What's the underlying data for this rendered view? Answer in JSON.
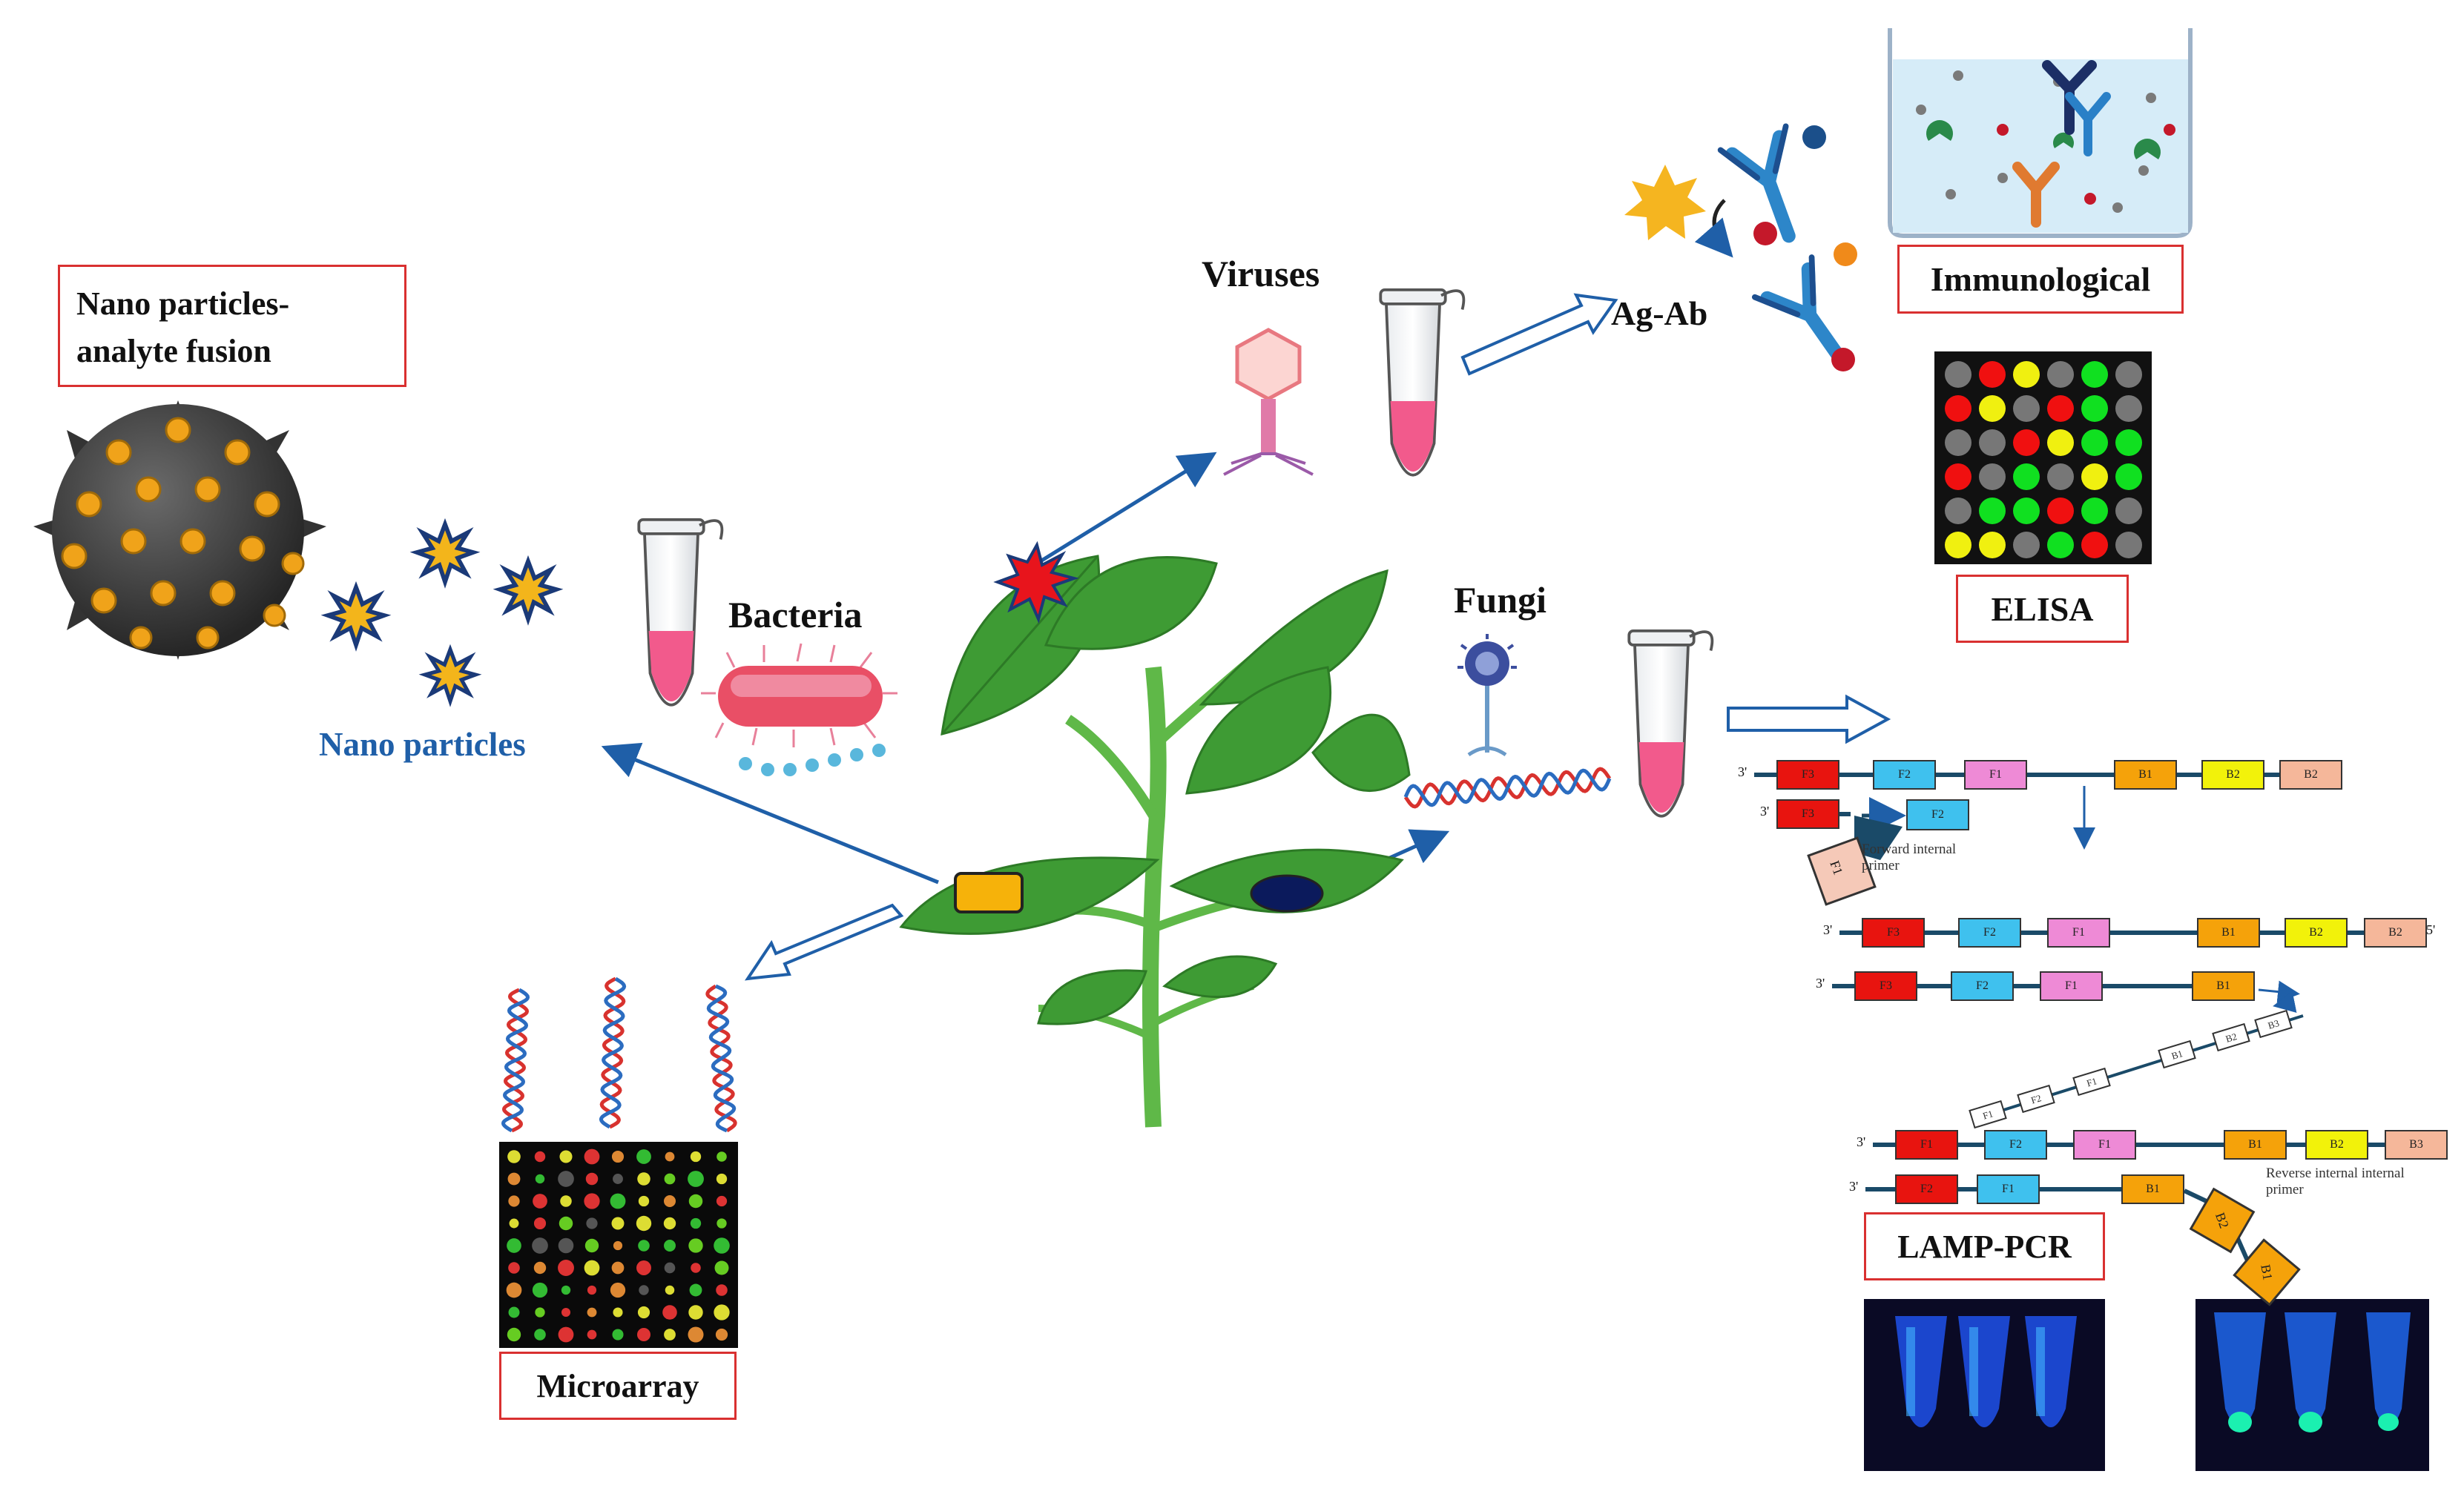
{
  "labels": {
    "nano_box": "Nano particles- analyte fusion",
    "nano_line1": "Nano particles-",
    "nano_line2": "analyte fusion",
    "nano_particles": "Nano particles",
    "bacteria": "Bacteria",
    "viruses": "Viruses",
    "ag_ab": "Ag-Ab",
    "immunological": "Immunological",
    "elisa": "ELISA",
    "fungi": "Fungi",
    "microarray": "Microarray",
    "lamp_pcr": "LAMP-PCR",
    "forward_primer_1": "Forward internal",
    "forward_primer_2": "primer",
    "reverse_primer_1": "Reverse internal internal",
    "reverse_primer_2": "primer",
    "end_3": "3'",
    "end_5": "5'"
  },
  "lamp": {
    "row1": [
      "F3",
      "F2",
      "F1",
      "B1",
      "B2",
      "B2"
    ],
    "row2": [
      "F3",
      "F2"
    ],
    "row3": [
      "F3",
      "F2",
      "F1",
      "B1",
      "B2",
      "B2"
    ],
    "row4": [
      "F3",
      "F2",
      "F1",
      "B1"
    ],
    "row5": [
      "F1",
      "F2",
      "F1",
      "B1",
      "B2",
      "B3"
    ],
    "row6": [
      "F2",
      "F1",
      "B1"
    ],
    "diag": [
      "F1",
      "F2",
      "F1",
      "B1",
      "B2",
      "B3"
    ],
    "loop_f1": "F1",
    "loop_b2": "B2",
    "loop_b1": "B1"
  },
  "colors": {
    "frame_red": "#d93030",
    "arrow_blue": "#1f5fa8",
    "leaf_green": "#3e9b34",
    "nano_text_blue": "#1f5fa8",
    "tube_pink": "#f25a8c",
    "f3_red": "#e8140f",
    "f2_blue": "#3fc1ee",
    "f1_pink": "#ee8ad6",
    "b1_orange": "#f5a20a",
    "b2_yellow": "#f2f20a",
    "b3_salmon": "#f5b79a"
  },
  "icons": [
    "nanoparticle-sphere-icon",
    "nanostar-icon",
    "test-tube-icon",
    "bacterium-icon",
    "virus-icon",
    "antibody-icon",
    "antigen-star-icon",
    "fungus-icon",
    "dna-helix-icon",
    "plant-icon",
    "fluorescent-tubes-icon",
    "microarray-grid-icon",
    "elisa-plate-icon"
  ]
}
